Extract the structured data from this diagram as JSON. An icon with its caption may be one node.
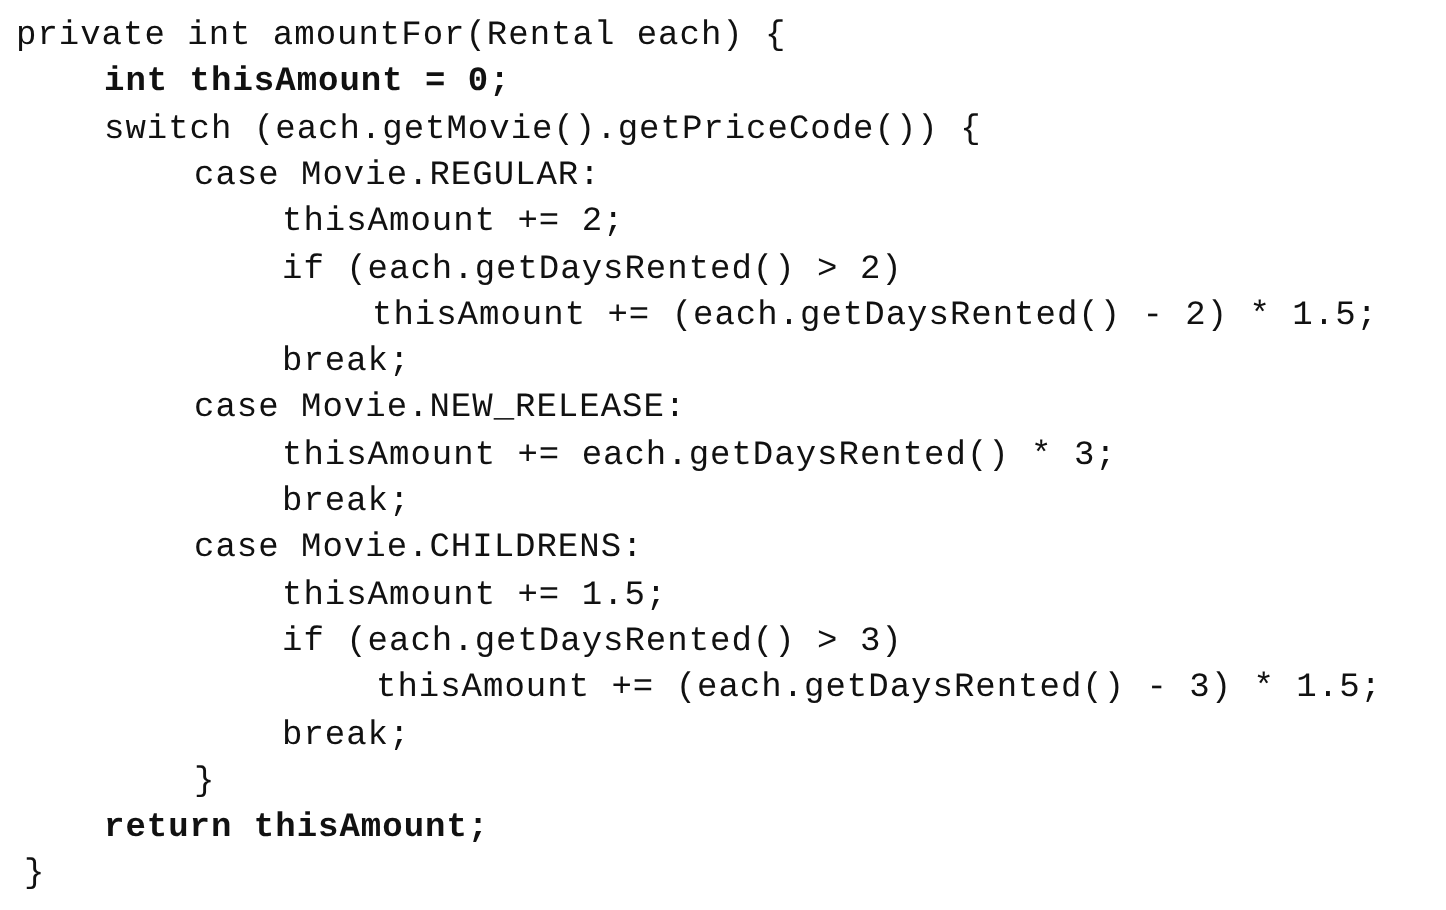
{
  "diagram": {
    "labels": [
      "private int amountFor(Rental each) {",
      "int thisAmount = 0;",
      "switch (each.getMovie().getPriceCode()) {",
      "case Movie.REGULAR:",
      "thisAmount += 2;",
      "if (each.getDaysRented() > 2)",
      "thisAmount += (each.getDaysRented() - 2) * 1.5;",
      "break;",
      "case Movie.NEW_RELEASE:",
      "thisAmount += each.getDaysRented() * 3;",
      "break;",
      "case Movie.CHILDRENS:",
      "thisAmount += 1.5;",
      "if (each.getDaysRented() > 3)",
      "thisAmount += (each.getDaysRented() - 3) * 1.5;",
      "break;",
      "}",
      "return thisAmount;",
      "}"
    ]
  }
}
